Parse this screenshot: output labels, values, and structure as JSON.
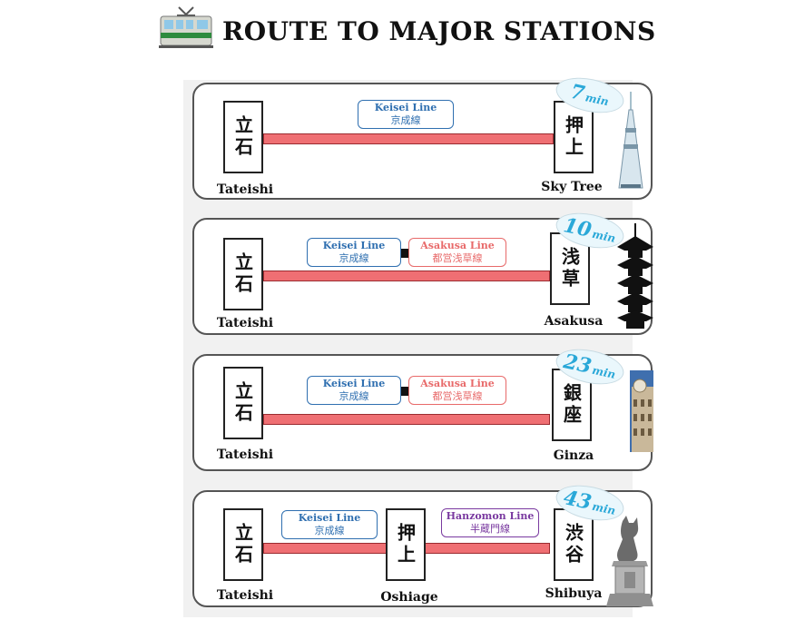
{
  "header": {
    "title": "ROUTE TO MAJOR STATIONS",
    "icon": "train-icon"
  },
  "routes": [
    {
      "origin": {
        "kanji": "立石",
        "label": "Tateishi"
      },
      "lines": [
        {
          "en": "Keisei Line",
          "jp": "京成線",
          "color": "#2f6fb0"
        }
      ],
      "destination": {
        "kanji": "押上",
        "label": "Sky Tree"
      },
      "time": {
        "value": "7",
        "unit": "min"
      },
      "landmark": "sky-tree-icon"
    },
    {
      "origin": {
        "kanji": "立石",
        "label": "Tateishi"
      },
      "lines": [
        {
          "en": "Keisei Line",
          "jp": "京成線",
          "color": "#2f6fb0"
        },
        {
          "en": "Asakusa Line",
          "jp": "都営浅草線",
          "color": "#e86a6a"
        }
      ],
      "destination": {
        "kanji": "浅草",
        "label": "Asakusa"
      },
      "time": {
        "value": "10",
        "unit": "min"
      },
      "landmark": "pagoda-icon"
    },
    {
      "origin": {
        "kanji": "立石",
        "label": "Tateishi"
      },
      "lines": [
        {
          "en": "Keisei Line",
          "jp": "京成線",
          "color": "#2f6fb0"
        },
        {
          "en": "Asakusa Line",
          "jp": "都営浅草線",
          "color": "#e86a6a"
        }
      ],
      "destination": {
        "kanji": "銀座",
        "label": "Ginza"
      },
      "time": {
        "value": "23",
        "unit": "min"
      },
      "landmark": "ginza-building-icon"
    },
    {
      "origin": {
        "kanji": "立石",
        "label": "Tateishi"
      },
      "transfer": {
        "kanji": "押上",
        "label": "Oshiage"
      },
      "lines": [
        {
          "en": "Keisei Line",
          "jp": "京成線",
          "color": "#2f6fb0"
        },
        {
          "en": "Hanzomon Line",
          "jp": "半蔵門線",
          "color": "#7a3aa0"
        }
      ],
      "destination": {
        "kanji": "渋谷",
        "label": "Shibuya"
      },
      "time": {
        "value": "43",
        "unit": "min"
      },
      "landmark": "hachiko-statue-icon"
    }
  ],
  "colors": {
    "track": "#ef6f73",
    "time": "#2aa8d8"
  }
}
